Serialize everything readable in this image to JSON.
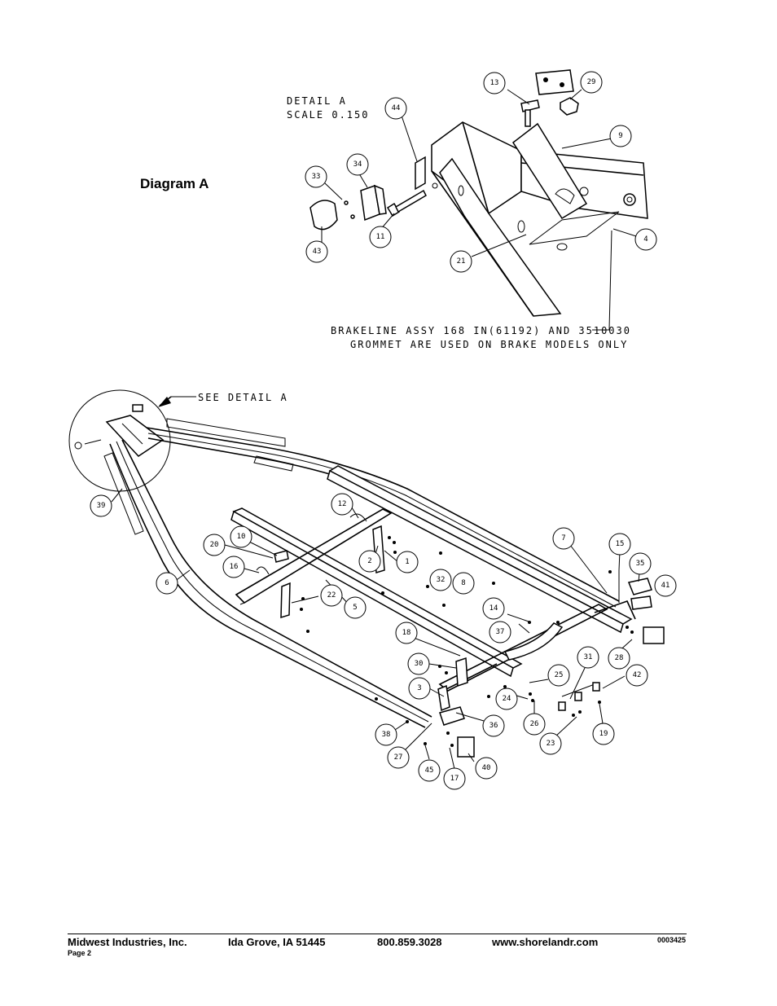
{
  "diagram": {
    "title": "Diagram A",
    "detail_label": [
      "DETAIL  A",
      "SCALE  0.150"
    ],
    "brake_note": [
      "BRAKELINE ASSY 168 IN(61192) AND 3510030",
      "GROMMET ARE USED ON BRAKE MODELS ONLY"
    ],
    "see_detail": "SEE DETAIL  A"
  },
  "callouts": {
    "detail": [
      "13",
      "29",
      "9",
      "44",
      "34",
      "33",
      "11",
      "43",
      "21",
      "4"
    ],
    "main": [
      "39",
      "12",
      "10",
      "20",
      "16",
      "6",
      "2",
      "1",
      "22",
      "5",
      "32",
      "8",
      "7",
      "15",
      "35",
      "41",
      "14",
      "37",
      "18",
      "30",
      "3",
      "31",
      "28",
      "25",
      "42",
      "24",
      "26",
      "19",
      "23",
      "36",
      "38",
      "27",
      "45",
      "17",
      "40"
    ]
  },
  "footer": {
    "company": "Midwest Industries, Inc.",
    "city": "Ida Grove, IA  51445",
    "phone": "800.859.3028",
    "website": "www.shorelandr.com",
    "doc_number": "0003425",
    "page": "Page 2"
  },
  "colors": {
    "ink": "#000000",
    "paper": "#ffffff"
  }
}
